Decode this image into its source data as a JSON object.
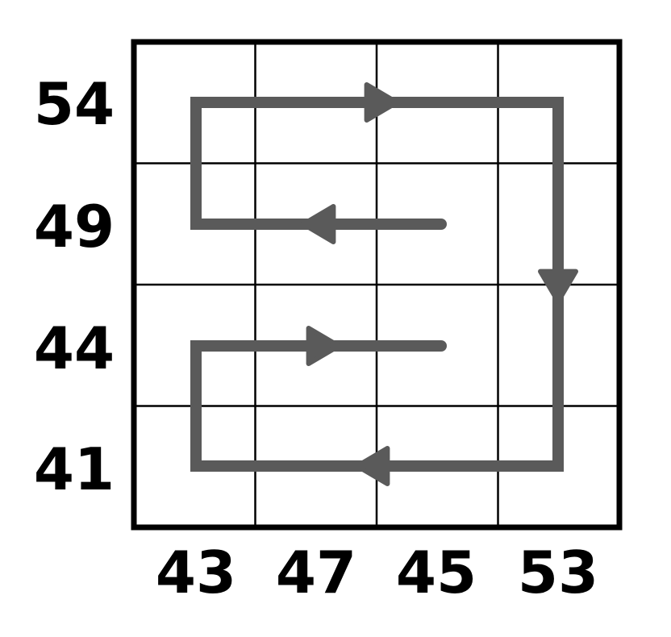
{
  "grid": {
    "rows": 4,
    "cols": 4
  },
  "row_labels": [
    "54",
    "49",
    "44",
    "41"
  ],
  "col_labels": [
    "43",
    "47",
    "45",
    "53"
  ],
  "colors": {
    "grid_line": "#000000",
    "path": "#5a5a5a",
    "label": "#000000"
  },
  "path": {
    "description_points": [
      [
        3,
        2.5
      ],
      [
        1,
        2.5
      ],
      [
        1,
        1.5
      ],
      [
        3.5,
        1.5
      ],
      [
        3.5,
        4.5
      ],
      [
        1,
        4.5
      ],
      [
        1,
        3.5
      ],
      [
        3,
        3.5
      ]
    ]
  }
}
